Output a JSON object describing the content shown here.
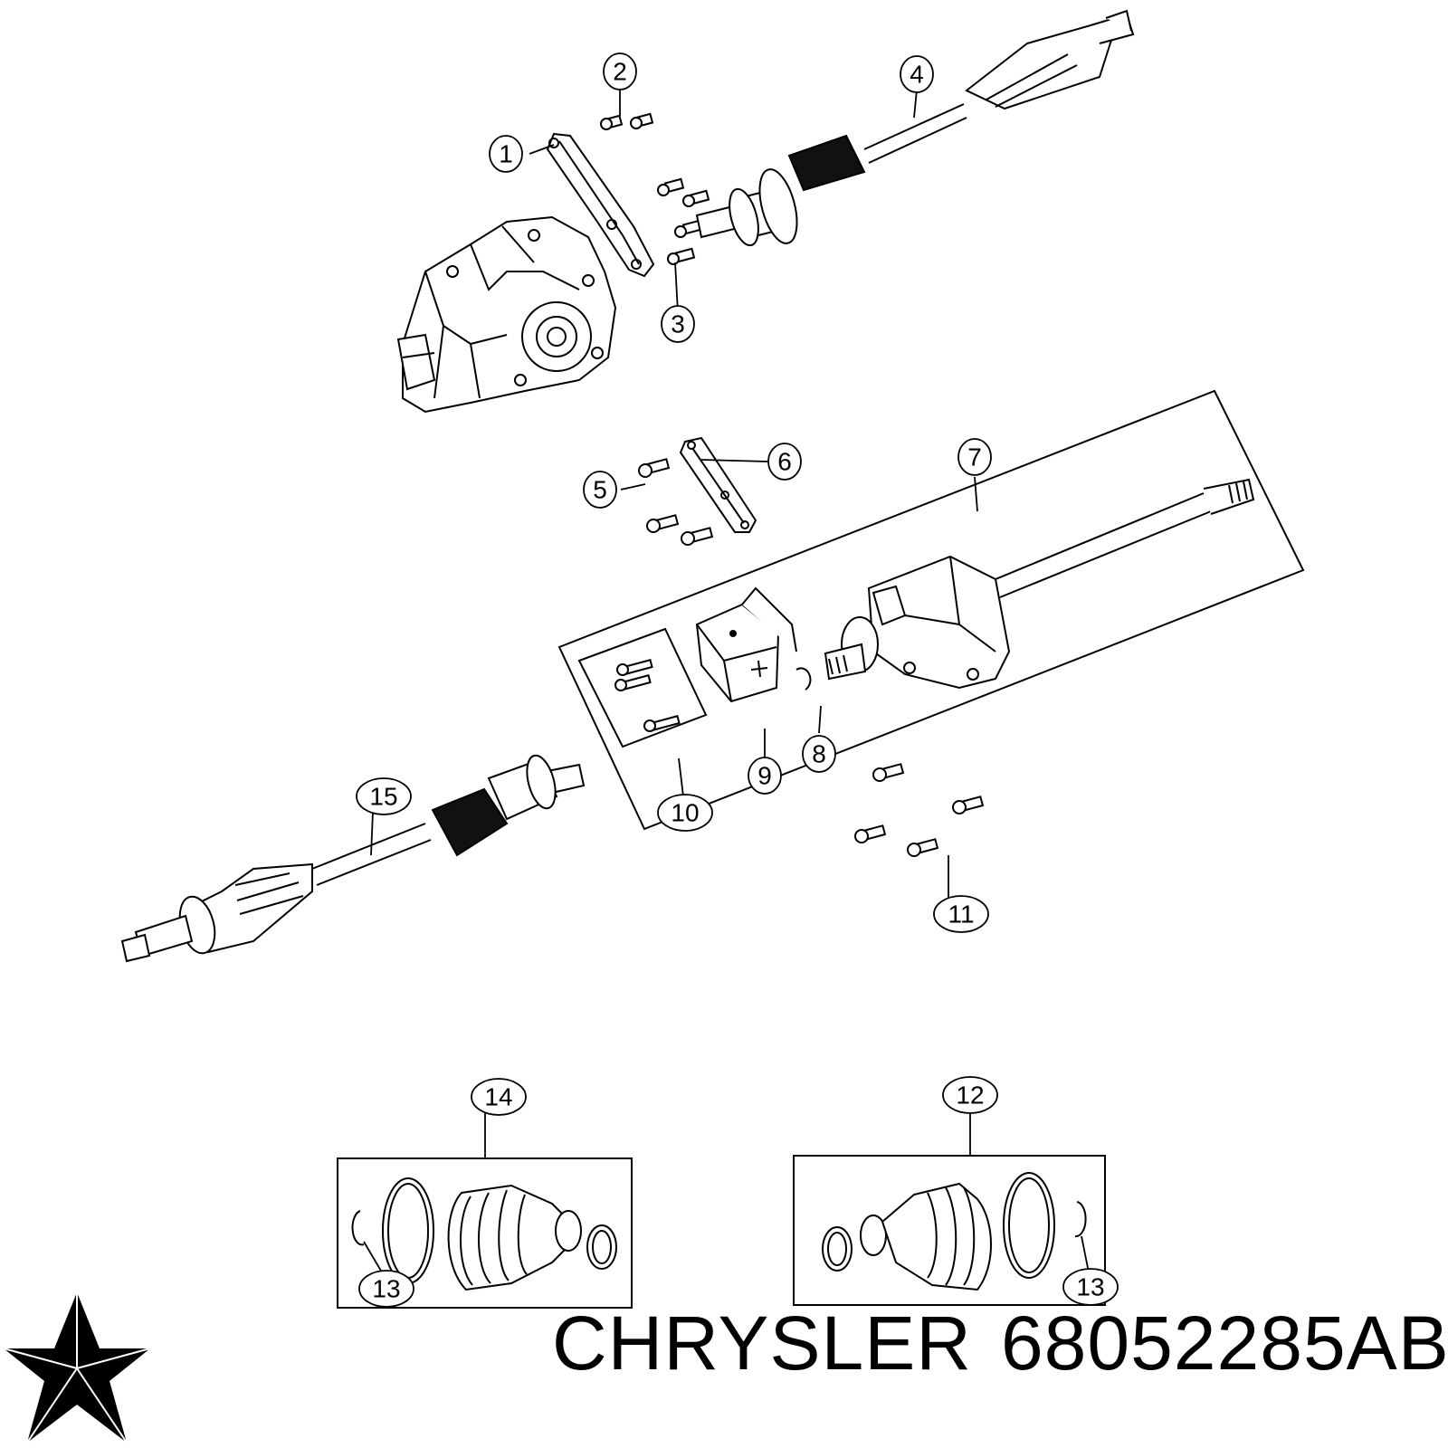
{
  "callouts": {
    "c1": "1",
    "c2": "2",
    "c3": "3",
    "c4": "4",
    "c5": "5",
    "c6": "6",
    "c7": "7",
    "c8": "8",
    "c9": "9",
    "c10": "10",
    "c11": "11",
    "c12": "12",
    "c13a": "13",
    "c13b": "13",
    "c14": "14",
    "c15": "15"
  },
  "caption": {
    "brand": "CHRYSLER",
    "part_number": "68052285AB"
  },
  "logo": {
    "icon": "chrysler-pentastar-icon",
    "color": "#000000"
  },
  "colors": {
    "ink": "#000000",
    "boot": "#111111",
    "paper": "#ffffff"
  }
}
